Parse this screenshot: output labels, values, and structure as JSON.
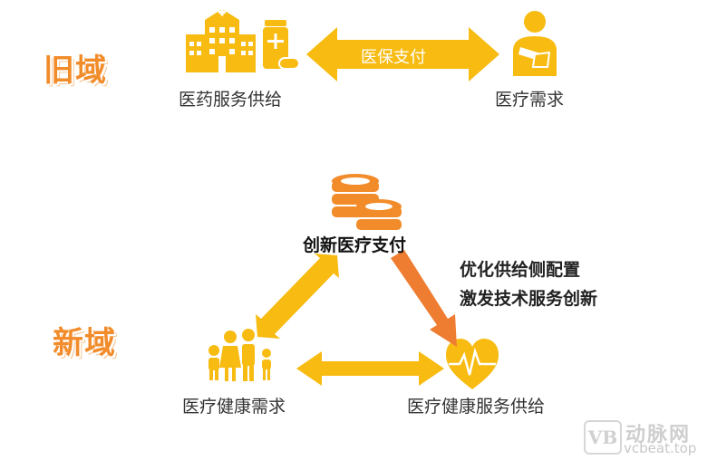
{
  "regions": {
    "old": "旧域",
    "new": "新域"
  },
  "old_domain": {
    "supply_label": "医药服务供给",
    "demand_label": "医疗需求",
    "payment_label": "医保支付"
  },
  "new_domain": {
    "payment_label": "创新医疗支付",
    "demand_label": "医疗健康需求",
    "supply_label": "医疗健康服务供给",
    "notes": [
      "优化供给侧配置",
      "激发技术服务创新"
    ]
  },
  "watermark": {
    "logo": "VB",
    "name": "动脉网",
    "url": "vcbeat.top"
  },
  "colors": {
    "accent_yellow": "#f7bb11",
    "accent_orange": "#f28c2a",
    "arrow_orange": "#ee7d31"
  }
}
